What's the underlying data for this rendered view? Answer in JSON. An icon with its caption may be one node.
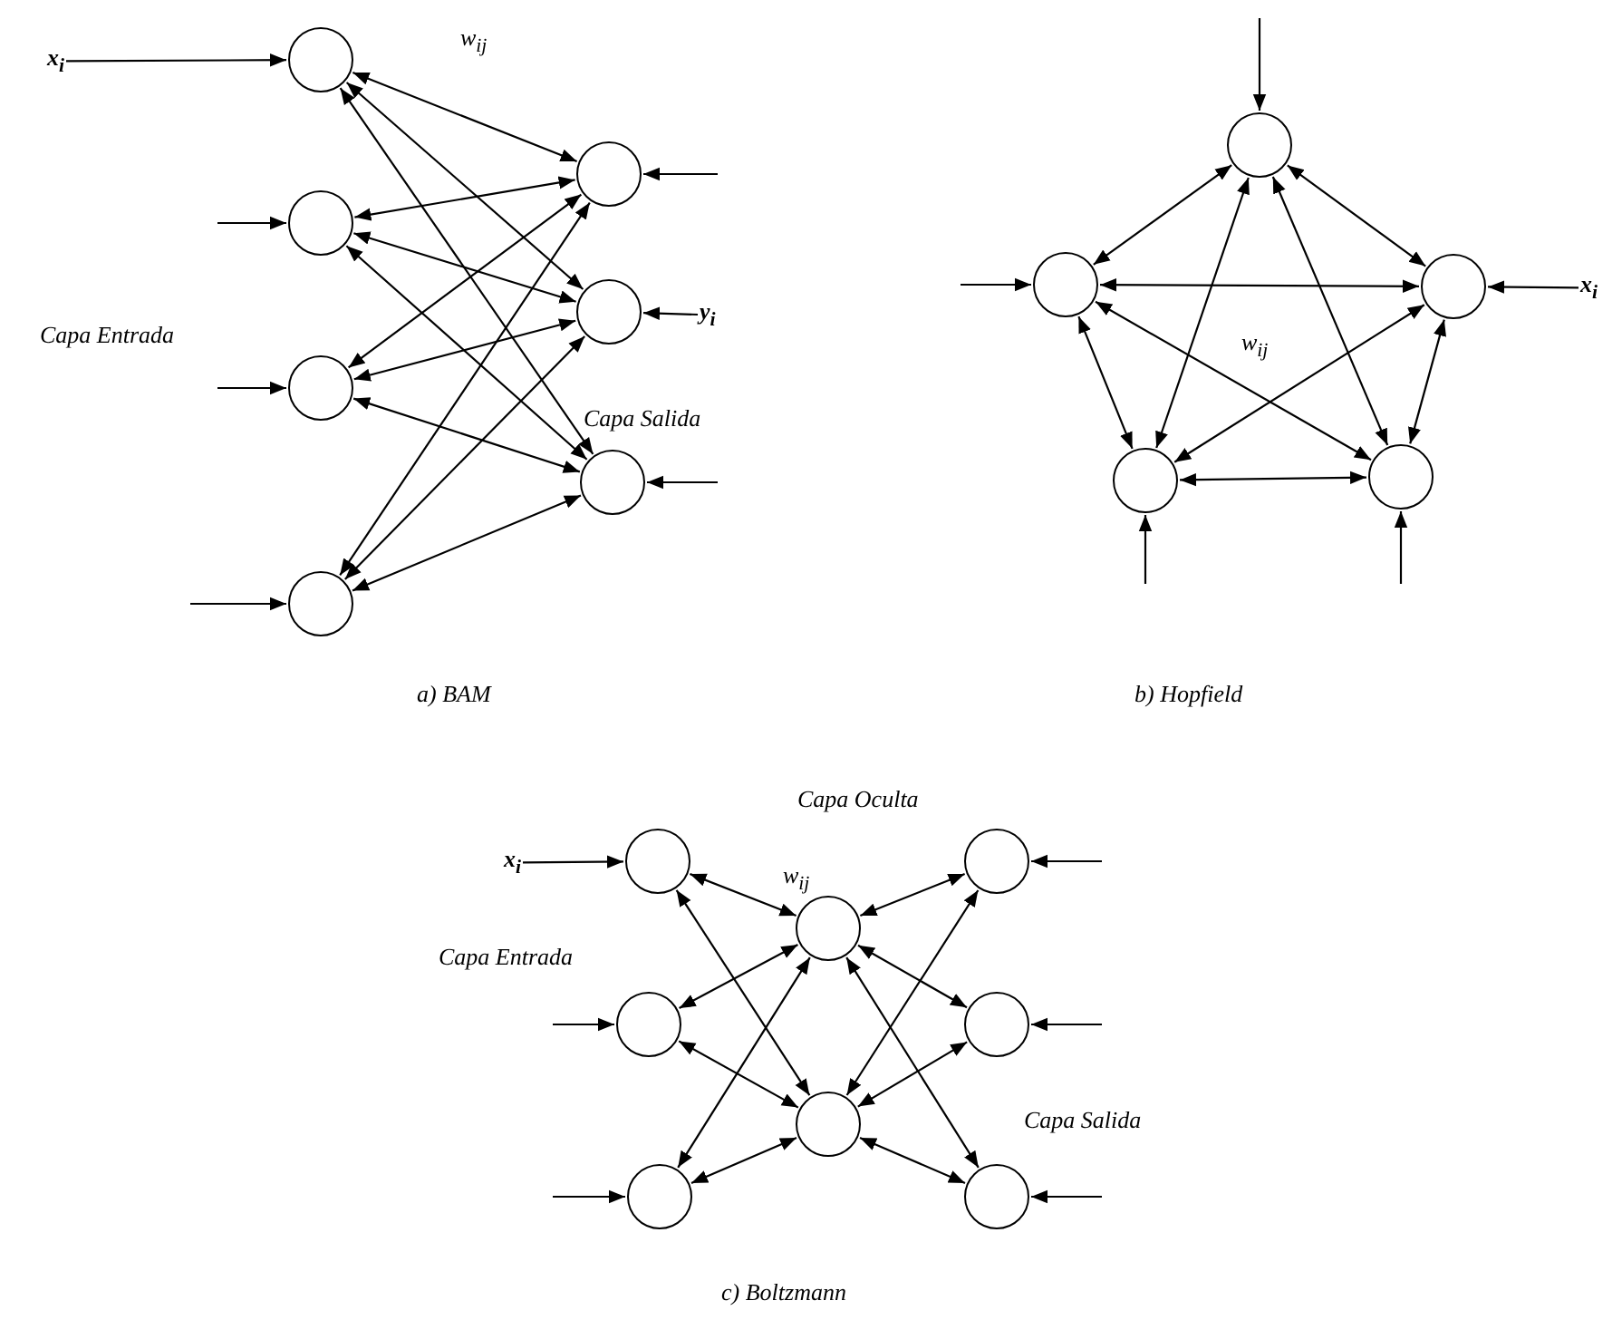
{
  "diagram": {
    "nodes": [
      {
        "text": [
          "x$_{i}$"
        ]
      },
      {
        "text": [],
        "shape": "circle"
      },
      {
        "text": [],
        "shape": "circle"
      },
      {
        "text": [],
        "shape": "circle"
      },
      {
        "text": [],
        "shape": "circle"
      },
      {
        "text": [],
        "shape": "circle"
      },
      {
        "text": [],
        "shape": "circle"
      },
      {
        "text": [],
        "shape": "circle"
      },
      {
        "text": [
          "y$_{i}$"
        ]
      },
      {
        "text": [],
        "shape": "circle"
      },
      {
        "text": [],
        "shape": "circle"
      },
      {
        "text": [],
        "shape": "circle"
      },
      {
        "text": [],
        "shape": "circle"
      },
      {
        "text": [],
        "shape": "circle"
      },
      {
        "text": [
          "x$_{i}$"
        ]
      },
      {
        "text": [
          "x$_{i}$"
        ]
      },
      {
        "text": [],
        "shape": "circle"
      },
      {
        "text": [],
        "shape": "circle"
      },
      {
        "text": [],
        "shape": "circle"
      },
      {
        "text": [],
        "shape": "circle"
      },
      {
        "text": [],
        "shape": "circle"
      },
      {
        "text": [],
        "shape": "circle"
      },
      {
        "text": [],
        "shape": "circle"
      },
      {
        "text": [],
        "shape": "circle"
      }
    ],
    "edges": [
      {
        "from": 0,
        "to": 1,
        "arrow": "to"
      },
      {
        "from": null,
        "to": 2,
        "arrow": "to"
      },
      {
        "from": null,
        "to": 3,
        "arrow": "to"
      },
      {
        "from": null,
        "to": 4,
        "arrow": "to"
      },
      {
        "from": null,
        "to": 5,
        "arrow": "to"
      },
      {
        "from": 8,
        "to": 6,
        "arrow": "to"
      },
      {
        "from": null,
        "to": 7,
        "arrow": "to"
      },
      {
        "from": 1,
        "to": 5,
        "arrow": "both"
      },
      {
        "from": 1,
        "to": 6,
        "arrow": "both"
      },
      {
        "from": 1,
        "to": 7,
        "arrow": "both"
      },
      {
        "from": 2,
        "to": 5,
        "arrow": "both"
      },
      {
        "from": 2,
        "to": 6,
        "arrow": "both"
      },
      {
        "from": 2,
        "to": 7,
        "arrow": "both"
      },
      {
        "from": 3,
        "to": 5,
        "arrow": "both"
      },
      {
        "from": 3,
        "to": 6,
        "arrow": "both"
      },
      {
        "from": 3,
        "to": 7,
        "arrow": "both"
      },
      {
        "from": 4,
        "to": 5,
        "arrow": "both"
      },
      {
        "from": 4,
        "to": 6,
        "arrow": "both"
      },
      {
        "from": 4,
        "to": 7,
        "arrow": "both"
      },
      {
        "from": null,
        "to": 9,
        "arrow": "to"
      },
      {
        "from": null,
        "to": 10,
        "arrow": "to"
      },
      {
        "from": 14,
        "to": 11,
        "arrow": "to"
      },
      {
        "from": null,
        "to": 12,
        "arrow": "to"
      },
      {
        "from": null,
        "to": 13,
        "arrow": "to"
      },
      {
        "from": 9,
        "to": 10,
        "arrow": "both"
      },
      {
        "from": 9,
        "to": 11,
        "arrow": "both"
      },
      {
        "from": 9,
        "to": 12,
        "arrow": "both"
      },
      {
        "from": 9,
        "to": 13,
        "arrow": "both"
      },
      {
        "from": 10,
        "to": 11,
        "arrow": "both"
      },
      {
        "from": 10,
        "to": 12,
        "arrow": "both"
      },
      {
        "from": 10,
        "to": 13,
        "arrow": "both"
      },
      {
        "from": 11,
        "to": 12,
        "arrow": "both"
      },
      {
        "from": 11,
        "to": 13,
        "arrow": "both"
      },
      {
        "from": 12,
        "to": 13,
        "arrow": "both"
      },
      {
        "from": 15,
        "to": 16,
        "arrow": "to"
      },
      {
        "from": null,
        "to": 17,
        "arrow": "to"
      },
      {
        "from": null,
        "to": 18,
        "arrow": "to"
      },
      {
        "from": null,
        "to": 21,
        "arrow": "to"
      },
      {
        "from": null,
        "to": 22,
        "arrow": "to"
      },
      {
        "from": null,
        "to": 23,
        "arrow": "to"
      },
      {
        "from": 16,
        "to": 19,
        "arrow": "both"
      },
      {
        "from": 16,
        "to": 20,
        "arrow": "both"
      },
      {
        "from": 17,
        "to": 19,
        "arrow": "both"
      },
      {
        "from": 17,
        "to": 20,
        "arrow": "both"
      },
      {
        "from": 18,
        "to": 19,
        "arrow": "both"
      },
      {
        "from": 18,
        "to": 20,
        "arrow": "both"
      },
      {
        "from": 19,
        "to": 21,
        "arrow": "both"
      },
      {
        "from": 19,
        "to": 22,
        "arrow": "both"
      },
      {
        "from": 19,
        "to": 23,
        "arrow": "both"
      },
      {
        "from": 20,
        "to": 21,
        "arrow": "both"
      },
      {
        "from": 20,
        "to": 22,
        "arrow": "both"
      },
      {
        "from": 20,
        "to": 23,
        "arrow": "both"
      }
    ],
    "labels": [
      "w$_{ij}$",
      "Capa Entrada",
      "Capa Salida",
      "a) BAM",
      "w$_{ij}$",
      "b) Hopfield",
      "Capa Oculta",
      "w$_{ij}$",
      "Capa Entrada",
      "Capa Salida",
      "c) Boltzmann"
    ]
  }
}
